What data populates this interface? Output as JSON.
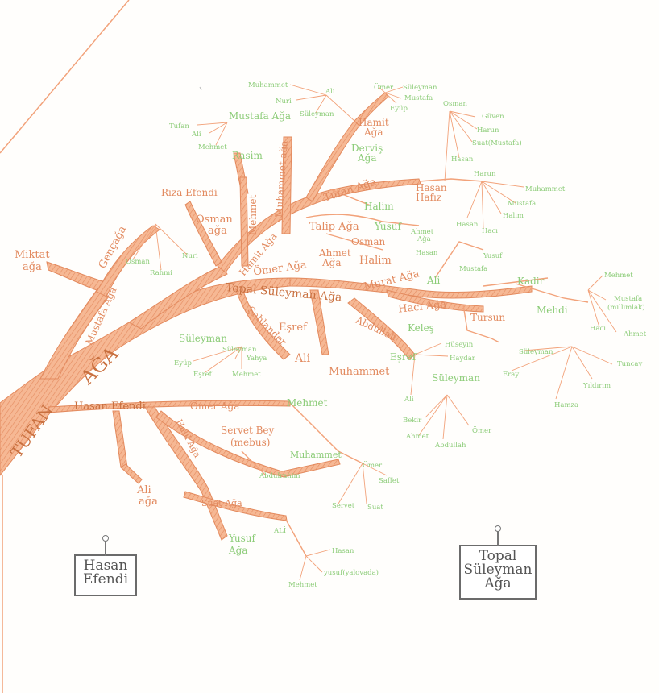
{
  "colors": {
    "branch": "#f2a27a",
    "branch_dark": "#d8794c",
    "green": "#8ccc78",
    "orange_text": "#e28a5f",
    "frame": "#6b6b6b"
  },
  "root": {
    "name_line1": "TUFAN",
    "name_line2": "AĞA"
  },
  "big_names": [
    {
      "id": "miktat",
      "text": "Miktat",
      "text2": "ağa"
    },
    {
      "id": "gencaga",
      "text": "Gençağa"
    },
    {
      "id": "mustafa-aga-trunk",
      "text": "Mustafa Ağa"
    },
    {
      "id": "riza",
      "text": "Rıza Efendi"
    },
    {
      "id": "osman-aga",
      "text": "Osman",
      "text2": "ağa"
    },
    {
      "id": "mehmet-v",
      "text": "Mehmet"
    },
    {
      "id": "muhammet-aga-v",
      "text": "Muhammet ağa"
    },
    {
      "id": "rasim",
      "text": "Rasim"
    },
    {
      "id": "mustafa-aga",
      "text": "Mustafa Ağa"
    },
    {
      "id": "hamit-aga-top",
      "text": "Hamit",
      "text2": "Ağa"
    },
    {
      "id": "dervis",
      "text": "Derviş",
      "text2": "Ağa"
    },
    {
      "id": "tufan-aga",
      "text": "Tufan Ağa"
    },
    {
      "id": "hasan-hafiz",
      "text": "Hasan",
      "text2": "Hafız"
    },
    {
      "id": "halim1",
      "text": "Halim"
    },
    {
      "id": "talip",
      "text": "Talip Ağa"
    },
    {
      "id": "yusuf-top",
      "text": "Yusuf"
    },
    {
      "id": "osman-small",
      "text": "Osman"
    },
    {
      "id": "hamit-aga-trunk",
      "text": "Hamit Ağa"
    },
    {
      "id": "ahmet-aga",
      "text": "Ahmet",
      "text2": "Ağa"
    },
    {
      "id": "omer-aga",
      "text": "Ömer Ağa"
    },
    {
      "id": "halim2",
      "text": "Halim"
    },
    {
      "id": "murat",
      "text": "Murat Ağa"
    },
    {
      "id": "ali-r",
      "text": "Ali"
    },
    {
      "id": "topal",
      "text": "Topal Süleyman Ağa"
    },
    {
      "id": "kadir",
      "text": "Kadir"
    },
    {
      "id": "haci",
      "text": "Hacı Ağa"
    },
    {
      "id": "mehdi",
      "text": "Mehdi"
    },
    {
      "id": "tursun",
      "text": "Tursun"
    },
    {
      "id": "esref1",
      "text": "Eşref"
    },
    {
      "id": "sahlander",
      "text": "Şahlander"
    },
    {
      "id": "ali-mid",
      "text": "Ali"
    },
    {
      "id": "abdullah",
      "text": "Abdullah"
    },
    {
      "id": "keles",
      "text": "Keleş"
    },
    {
      "id": "esref2",
      "text": "Eşref"
    },
    {
      "id": "muhammet-mid",
      "text": "Muhammet"
    },
    {
      "id": "suleyman-r",
      "text": "Süleyman"
    },
    {
      "id": "suleyman-l",
      "text": "Süleyman"
    },
    {
      "id": "hasan-efendi",
      "text": "Hasan Efendi"
    },
    {
      "id": "omer-aga-low",
      "text": "Ömer Ağa"
    },
    {
      "id": "mehmet-low",
      "text": "Mehmet"
    },
    {
      "id": "servet-bey",
      "text": "Servet Bey",
      "text2": "(mebus)"
    },
    {
      "id": "muhammet-low",
      "text": "Muhammet"
    },
    {
      "id": "ali-aga",
      "text": "Ali",
      "text2": "ağa"
    },
    {
      "id": "halil-aga",
      "text": "Halil Ağa"
    },
    {
      "id": "yusuf-aga",
      "text": "Yusuf",
      "text2": "Ağa"
    },
    {
      "id": "suat-aga",
      "text": "Suat Ağa"
    }
  ],
  "small_names": [
    "Muhammet",
    "Ali",
    "Nuri",
    "Süleyman",
    "Ömer",
    "Süleyman",
    "Mustafa",
    "Eyüp",
    "Osman",
    "Güven",
    "Harun",
    "Suat(Mustafa)",
    "Hasan",
    "Tufan",
    "Ali",
    "Mehmet",
    "Harun",
    "Muhammet",
    "Mustafa",
    "Halim",
    "Hasan",
    "Hacı",
    "Ahmet",
    "Ağa",
    "Hasan",
    "Yusuf",
    "Mustafa",
    "Osman",
    "Rahmi",
    "Nuri",
    "Mehmet",
    "Mustafa",
    "(millimlak)",
    "Ahmet",
    "Hacı",
    "Süleyman",
    "Eray",
    "Tuncay",
    "Yıldırım",
    "Hamza",
    "Hüseyin",
    "Haydar",
    "Süleyman",
    "Yahya",
    "Eyüp",
    "Eşref",
    "Mehmet",
    "Ali",
    "Bekir",
    "Ahmet",
    "Abdullah",
    "Ömer",
    "Ömer",
    "Saffet",
    "Servet",
    "Suat",
    "Abdulrahim",
    "ALİ",
    "Hasan",
    "yusuf(yalovada)",
    "Mehmet"
  ],
  "signs": {
    "hasan": {
      "line1": "Hasan",
      "line2": "Efendi"
    },
    "topal": {
      "line1": "Topal",
      "line2": "Süleyman",
      "line3": "Ağa"
    }
  }
}
